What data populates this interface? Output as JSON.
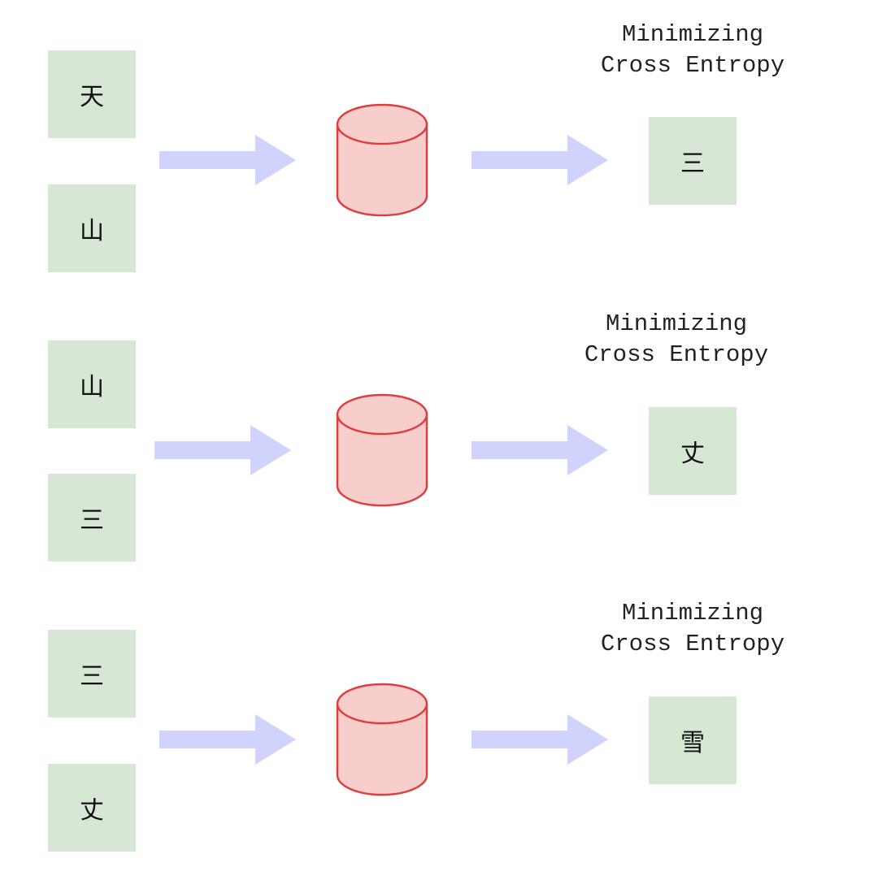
{
  "colors": {
    "token_fill": "#d6e8d4",
    "arrow_fill": "#d0d3fb",
    "model_fill": "#f8cecc",
    "model_stroke": "#dd3f3f"
  },
  "rows": [
    {
      "inputs": [
        "天",
        "山"
      ],
      "output": "三",
      "caption_line1": "Minimizing",
      "caption_line2": "Cross Entropy"
    },
    {
      "inputs": [
        "山",
        "三"
      ],
      "output": "丈",
      "caption_line1": "Minimizing",
      "caption_line2": "Cross Entropy"
    },
    {
      "inputs": [
        "三",
        "丈"
      ],
      "output": "雪",
      "caption_line1": "Minimizing",
      "caption_line2": "Cross Entropy"
    }
  ]
}
